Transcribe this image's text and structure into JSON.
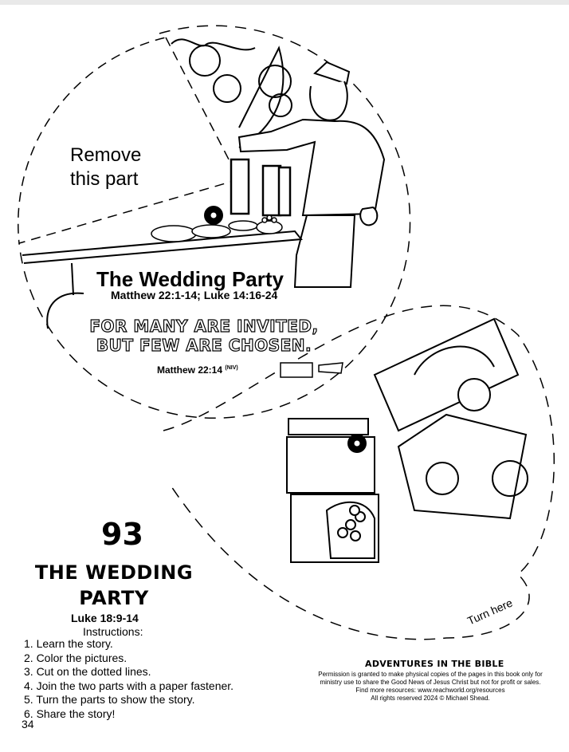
{
  "wheel": {
    "remove_label": "Remove\nthis part",
    "title": "The Wedding Party",
    "reference": "Matthew 22:1-14; Luke 14:16-24",
    "verse": "For many are invited, but few are chosen.",
    "verse_reference": "Matthew 22:14",
    "verse_version": "(NIV)",
    "turn_label": "Turn here"
  },
  "lesson": {
    "number": "93",
    "title": "The Wedding Party",
    "reference": "Luke 18:9-14"
  },
  "instructions": {
    "heading": "Instructions:",
    "steps": [
      "1. Learn the story.",
      "2. Color the pictures.",
      "3. Cut on the dotted lines.",
      "4. Join the two parts with a paper fastener.",
      "5. Turn the parts to show the story.",
      "6. Share the story!"
    ]
  },
  "footer": {
    "brand": "Adventures in the Bible",
    "permission": "Permission is granted to make physical copies of the pages in this book only for ministry use to share the Good News of Jesus Christ but not for profit or sales. Find more resources: www.reachworld.org/resources",
    "rights": "All rights reserved 2024 © Michael Shead.",
    "page_number": "34"
  },
  "icons": [
    "fastener-hole-icon",
    "fastener-hole-icon"
  ]
}
